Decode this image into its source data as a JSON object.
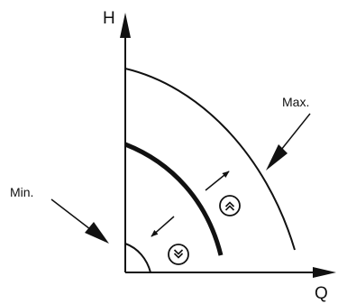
{
  "labels": {
    "y_axis": "H",
    "x_axis": "Q",
    "max": "Max.",
    "min": "Min."
  },
  "icons": {
    "increase": "chevron-up-circle-icon",
    "decrease": "chevron-down-circle-icon"
  },
  "colors": {
    "ink": "#111111",
    "background": "#ffffff"
  }
}
